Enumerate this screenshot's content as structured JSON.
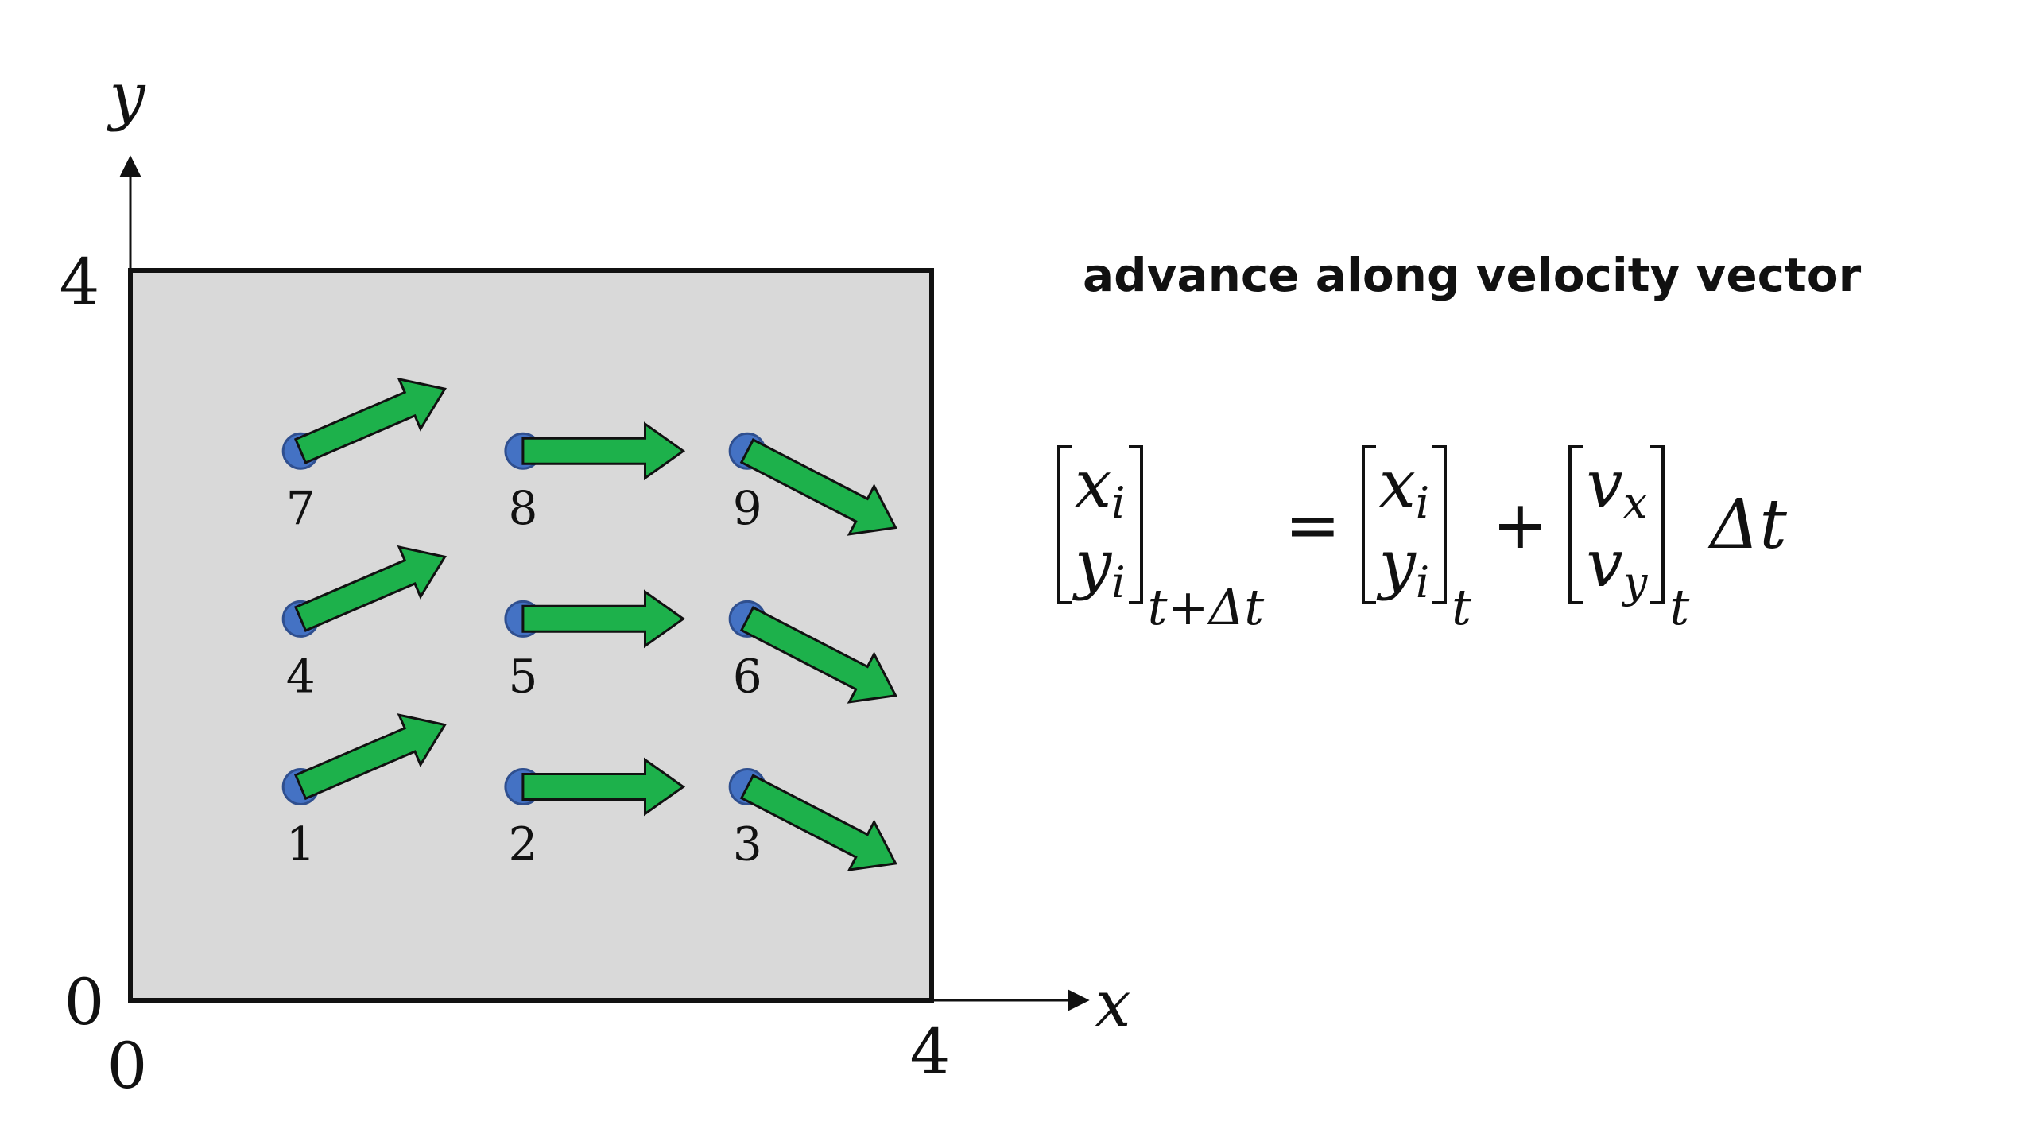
{
  "axes": {
    "x_label": "x",
    "y_label": "y",
    "x_min_tick": "0",
    "x_max_tick": "4",
    "y_min_tick": "0",
    "y_max_tick": "4",
    "range": [
      0,
      4
    ]
  },
  "particles": [
    {
      "id": "1",
      "x": 0.85,
      "y": 1.17,
      "vx": 0.72,
      "vy": 0.34
    },
    {
      "id": "2",
      "x": 1.96,
      "y": 1.17,
      "vx": 0.8,
      "vy": 0.0
    },
    {
      "id": "3",
      "x": 3.08,
      "y": 1.17,
      "vx": 0.74,
      "vy": -0.42
    },
    {
      "id": "4",
      "x": 0.85,
      "y": 2.09,
      "vx": 0.72,
      "vy": 0.34
    },
    {
      "id": "5",
      "x": 1.96,
      "y": 2.09,
      "vx": 0.8,
      "vy": 0.0
    },
    {
      "id": "6",
      "x": 3.08,
      "y": 2.09,
      "vx": 0.74,
      "vy": -0.42
    },
    {
      "id": "7",
      "x": 0.85,
      "y": 3.01,
      "vx": 0.72,
      "vy": 0.34
    },
    {
      "id": "8",
      "x": 1.96,
      "y": 3.01,
      "vx": 0.8,
      "vy": 0.0
    },
    {
      "id": "9",
      "x": 3.08,
      "y": 3.01,
      "vx": 0.74,
      "vy": -0.42
    }
  ],
  "caption": "advance along velocity vector",
  "equation": {
    "lhs_top": "x",
    "lhs_top_sub": "i",
    "lhs_bottom": "y",
    "lhs_bottom_sub": "i",
    "lhs_subscript": "t+Δt",
    "equals": "=",
    "mid_top": "x",
    "mid_top_sub": "i",
    "mid_bottom": "y",
    "mid_bottom_sub": "i",
    "mid_subscript": "t",
    "plus": "+",
    "vel_top": "v",
    "vel_top_sub": "x",
    "vel_bottom": "v",
    "vel_bottom_sub": "y",
    "vel_subscript": "t",
    "factor": "Δt"
  },
  "colors": {
    "box_fill": "#d9d9d9",
    "arrow_fill": "#1db14b",
    "point_fill": "#4472c4",
    "outline": "#111111"
  }
}
